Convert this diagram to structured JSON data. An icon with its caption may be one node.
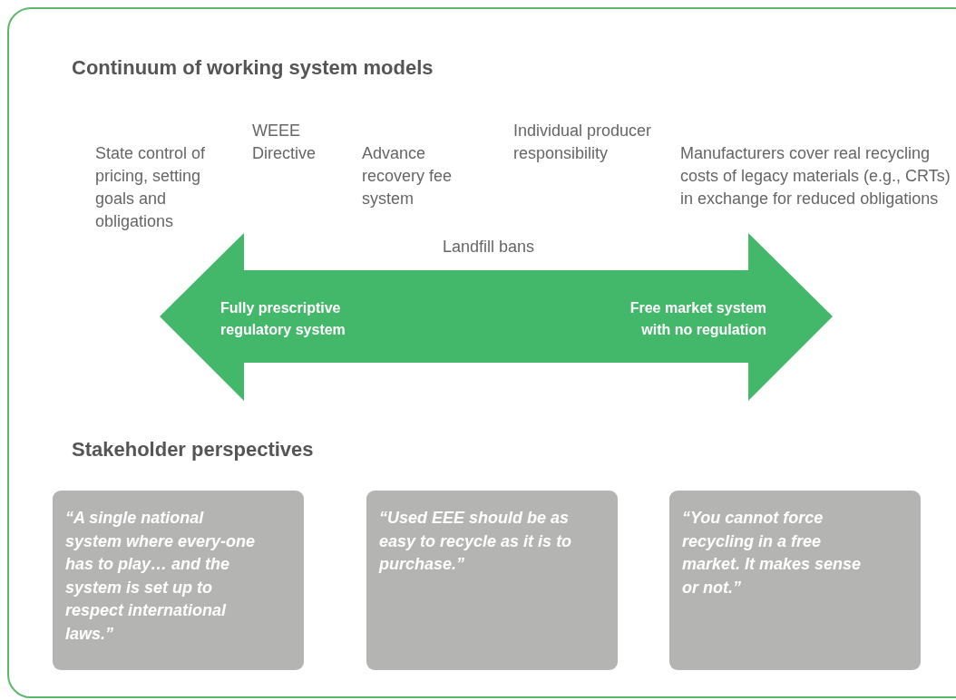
{
  "diagram": {
    "title": "Continuum of working system models",
    "nodes": [
      {
        "text": [
          "Fully prescriptive regulatory system",
          "Free market system with no regulation"
        ]
      },
      {
        "text": [
          "“A single national system where every-one has to play… and the system is set up to respect international laws.”"
        ]
      },
      {
        "text": [
          "“Used EEE should be as easy to recycle as it is to purchase.”"
        ]
      },
      {
        "text": [
          "“You cannot force recycling in a free market. It makes sense or not.”"
        ]
      }
    ],
    "labels": [
      "State control of pricing, setting goals and obligations",
      "WEEE Directive",
      "Advance recovery fee system",
      "Individual producer responsibility",
      "Manufacturers cover real recycling costs of legacy materials (e.g., CRTs) in exchange for reduced obligations",
      "Landfill bans",
      "Stakeholder perspectives"
    ]
  }
}
